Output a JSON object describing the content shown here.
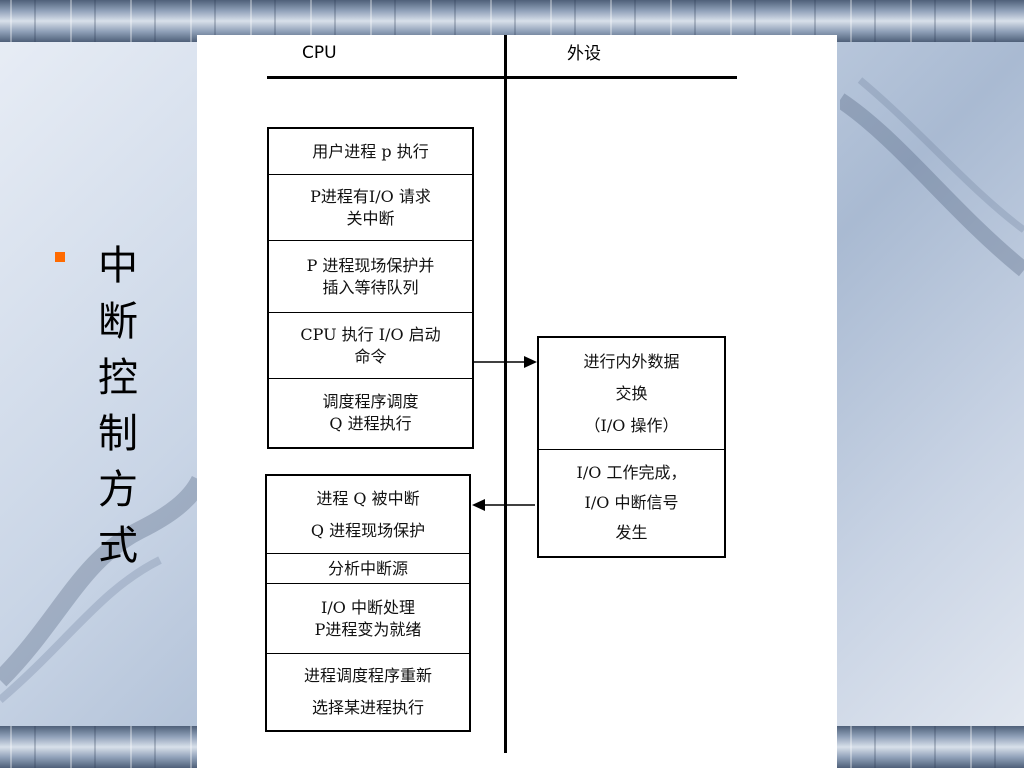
{
  "slide": {
    "vertical_title": "中断控制方式"
  },
  "diagram": {
    "header_cpu": "CPU",
    "header_device": "外设",
    "cpu_block_1": [
      "用户进程 p 执行",
      "P进程有I/O 请求\n关中断",
      "P 进程现场保护并\n插入等待队列",
      "CPU 执行 I/O 启动\n命令",
      "调度程序调度\nQ 进程执行"
    ],
    "device_block": [
      "进行内外数据\n交换\n（I/O 操作）",
      "I/O 工作完成，\nI/O 中断信号\n发生"
    ],
    "cpu_block_2": [
      "进程 Q 被中断\nQ 进程现场保护",
      "分析中断源",
      "I/O 中断处理\nP进程变为就绪",
      "进程调度程序重新\n选择某进程执行"
    ]
  }
}
